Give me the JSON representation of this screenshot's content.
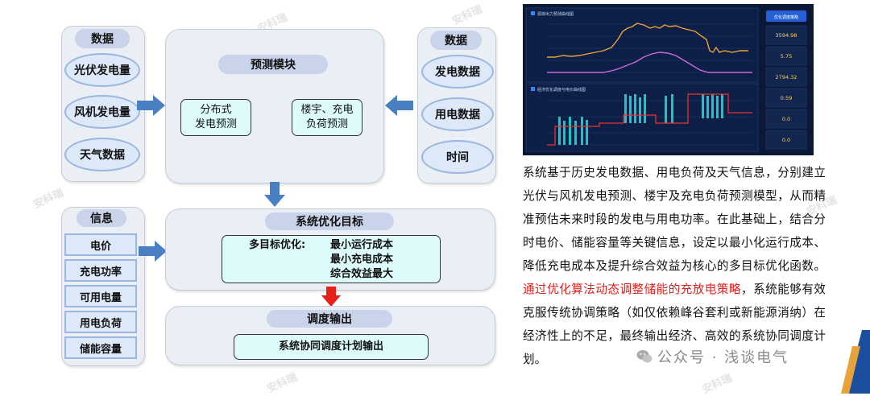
{
  "watermark_text": "安科瑞",
  "left_inputs": {
    "title": "数据",
    "items": [
      "光伏发电量",
      "风机发电量",
      "天气数据"
    ]
  },
  "right_inputs": {
    "title": "数据",
    "items": [
      "发电数据",
      "用电数据",
      "时间"
    ]
  },
  "prediction": {
    "title": "预测模块",
    "left_box": [
      "分布式",
      "发电预测"
    ],
    "right_box": [
      "楼宇、充电",
      "负荷预测"
    ]
  },
  "info": {
    "title": "信息",
    "items": [
      "电价",
      "充电功率",
      "可用电量",
      "用电负荷",
      "储能容量"
    ]
  },
  "optimization": {
    "title": "系统优化目标",
    "label": "多目标优化:",
    "goals": [
      "最小运行成本",
      "最小充电成本",
      "综合效益最大"
    ]
  },
  "dispatch": {
    "title": "调度输出",
    "output": "系统协同调度计划输出"
  },
  "dashboard": {
    "chart1_title": "源荷出力预测曲线图",
    "chart2_title": "经济优化调度与电价曲线图",
    "side_button": "优化调度策略",
    "side_values": [
      "3594.98",
      "5.75",
      "2794.32",
      "0.59",
      "0.0",
      "0.0"
    ]
  },
  "description": {
    "part1": "系统基于历史发电数据、用电负荷及天气信息，分别建立光伏与风机发电预测、楼宇及充电负荷预测模型，从而精准预估未来时段的发电与用电功率。在此基础上，结合分时电价、储能容量等关键信息，设定以最小化运行成本、降低充电成本及提升综合效益为核心的多目标优化函数。",
    "highlight": "通过优化算法动态调整储能的充放电策略",
    "part2": "，系统能够有效克服传统协调策略（如仅依赖峰谷套利或新能源消纳）在经济性上的不足，最终输出经济、高效的系统协同调度计划。"
  },
  "footer": {
    "source": "公众号 · 浅谈电气"
  }
}
